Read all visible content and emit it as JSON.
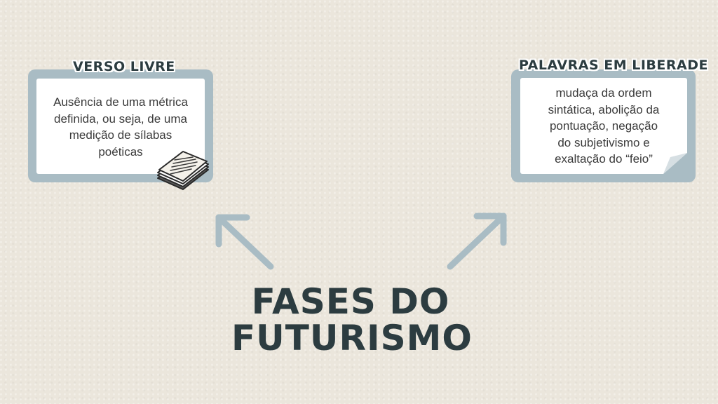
{
  "main_title": {
    "line1": "FASES DO",
    "line2": "FUTURISMO"
  },
  "left_card": {
    "title": "VERSO LIVRE",
    "lines": [
      "Ausência de uma métrica",
      "definida, ou seja, de uma",
      "medição de sílabas",
      "poéticas"
    ]
  },
  "right_card": {
    "title": "PALAVRAS EM LIBERADE",
    "lines": [
      "mudaça da ordem",
      "sintática, abolição da",
      "pontuação, negação",
      "do subjetivismo e",
      "exaltação do “feio”"
    ]
  },
  "icons": {
    "left_card_decoration": "stacked-papers-icon",
    "arrows": "arrow-icon"
  },
  "colors": {
    "background": "#ebe6dc",
    "card_frame": "#a9bcc4",
    "title_text": "#2c3c40",
    "body_text": "#3b3b3b"
  }
}
